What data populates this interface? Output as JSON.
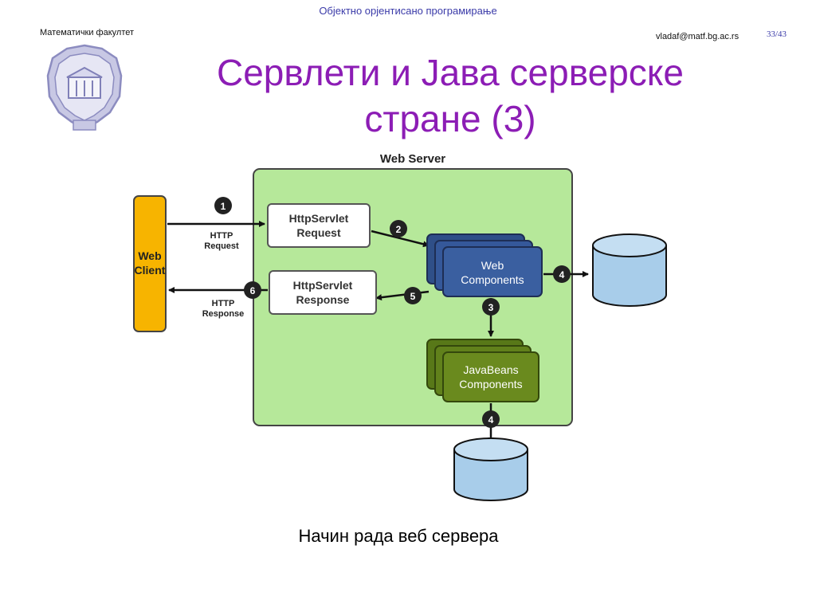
{
  "header": {
    "course_title": "Објектно орјентисано програмирање",
    "faculty": "Математички факултет",
    "email": "vladaf@matf.bg.ac.rs",
    "page": "33/43"
  },
  "slide": {
    "title_line1": "Сервлети и Јава серверске",
    "title_line2": "стране (3)",
    "caption": "Начин рада веб сервера"
  },
  "diagram": {
    "web_server_label": "Web Server",
    "web_client_line1": "Web",
    "web_client_line2": "Client",
    "request_box_line1": "HttpServlet",
    "request_box_line2": "Request",
    "response_box_line1": "HttpServlet",
    "response_box_line2": "Response",
    "web_components_line1": "Web",
    "web_components_line2": "Components",
    "javabeans_line1": "JavaBeans",
    "javabeans_line2": "Components",
    "http_request_line1": "HTTP",
    "http_request_line2": "Request",
    "http_response_line1": "HTTP",
    "http_response_line2": "Response",
    "steps": [
      "1",
      "2",
      "3",
      "4",
      "4",
      "5",
      "6"
    ]
  },
  "colors": {
    "title": "#8c1db5",
    "server_fill": "#b6e89a",
    "client_fill": "#f7b400",
    "web_components_fill": "#3a5fa0",
    "javabeans_fill": "#6a8a1e",
    "database_fill": "#a8cdea",
    "logo": "#8c8cc0"
  }
}
